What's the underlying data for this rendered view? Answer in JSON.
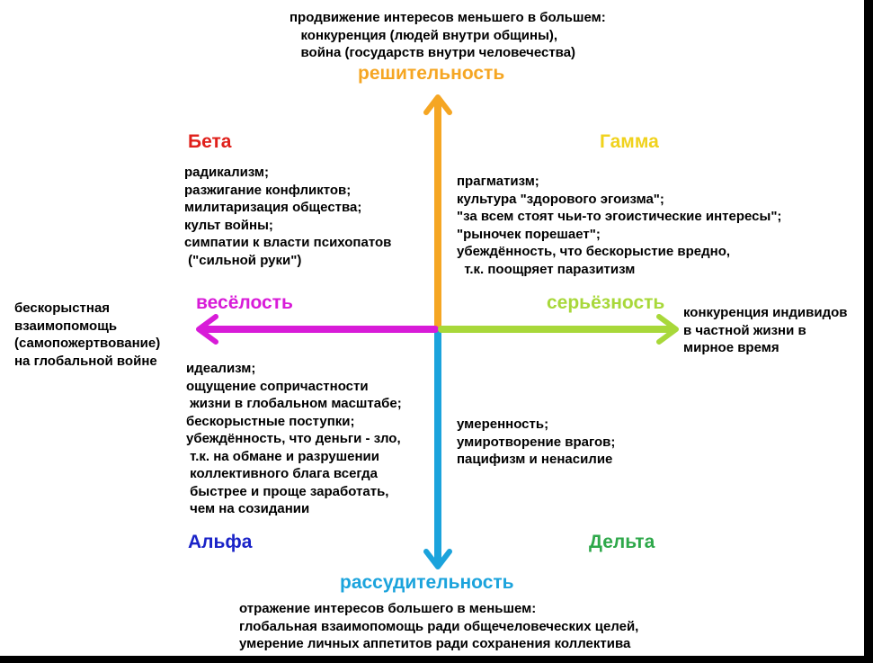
{
  "colors": {
    "up": "#f5a623",
    "down": "#1ba3dc",
    "left": "#d81bd8",
    "right": "#a8d83a",
    "beta": "#e0201b",
    "gamma": "#f0d21c",
    "alpha": "#1a23c8",
    "delta": "#2ea84a"
  },
  "top": {
    "caption": "продвижение интересов меньшего в большем:\n   конкуренция (людей внутри общины),\n   война (государств внутри человечества)",
    "axis_label": "решительность"
  },
  "bottom": {
    "axis_label": "рассудительность",
    "caption": "отражение интересов большего в меньшем:\nглобальная взаимопомощь ради общечеловеческих целей,\nумерение личных аппетитов ради сохранения коллектива"
  },
  "left": {
    "axis_label": "весёлость",
    "caption": "бескорыстная\nвзаимопомощь\n(самопожертвование)\nна глобальной войне"
  },
  "right": {
    "axis_label": "серьёзность",
    "caption": "конкуренция индивидов\nв частной жизни в\nмирное время"
  },
  "quadrants": {
    "beta": {
      "name": "Бета",
      "text": "радикализм;\nразжигание конфликтов;\nмилитаризация общества;\nкульт войны;\nсимпатии к власти психопатов\n (\"сильной руки\")"
    },
    "gamma": {
      "name": "Гамма",
      "text": "прагматизм;\nкультура \"здорового эгоизма\";\n\"за всем стоят чьи-то эгоистические интересы\";\n\"рыночек порешает\";\nубеждённость, что бескорыстие вредно,\n  т.к. поощряет паразитизм"
    },
    "alpha": {
      "name": "Альфа",
      "text": "идеализм;\nощущение сопричастности\n жизни в глобальном масштабе;\nбескорыстные поступки;\nубеждённость, что деньги - зло,\n т.к. на обмане и разрушении\n коллективного блага всегда\n быстрее и проще заработать,\n чем на созидании"
    },
    "delta": {
      "name": "Дельта",
      "text": "умеренность;\nумиротворение врагов;\nпацифизм и ненасилие"
    }
  }
}
